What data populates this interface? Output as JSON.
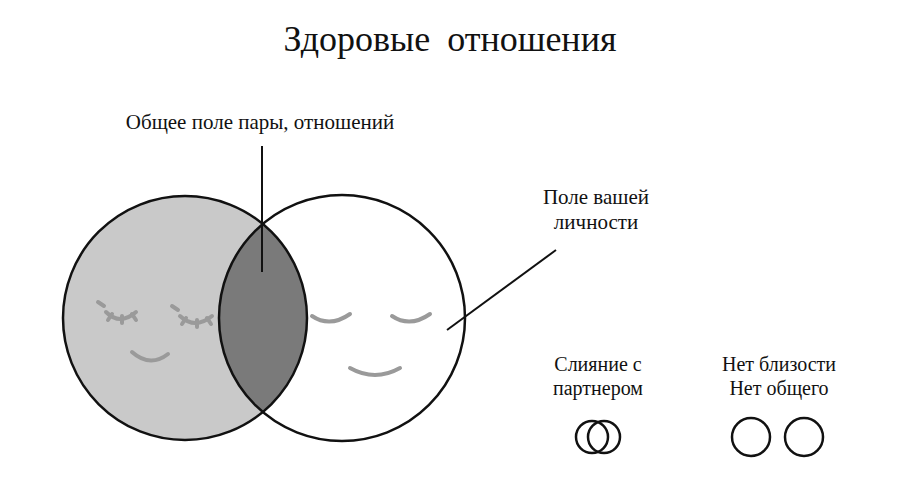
{
  "diagram": {
    "title": "Здоровые отношения",
    "labels": [
      "Общее поле пары, отношений",
      "Поле вашей личности",
      "Слияние с партнером",
      "Нет близости Нет общего"
    ]
  }
}
